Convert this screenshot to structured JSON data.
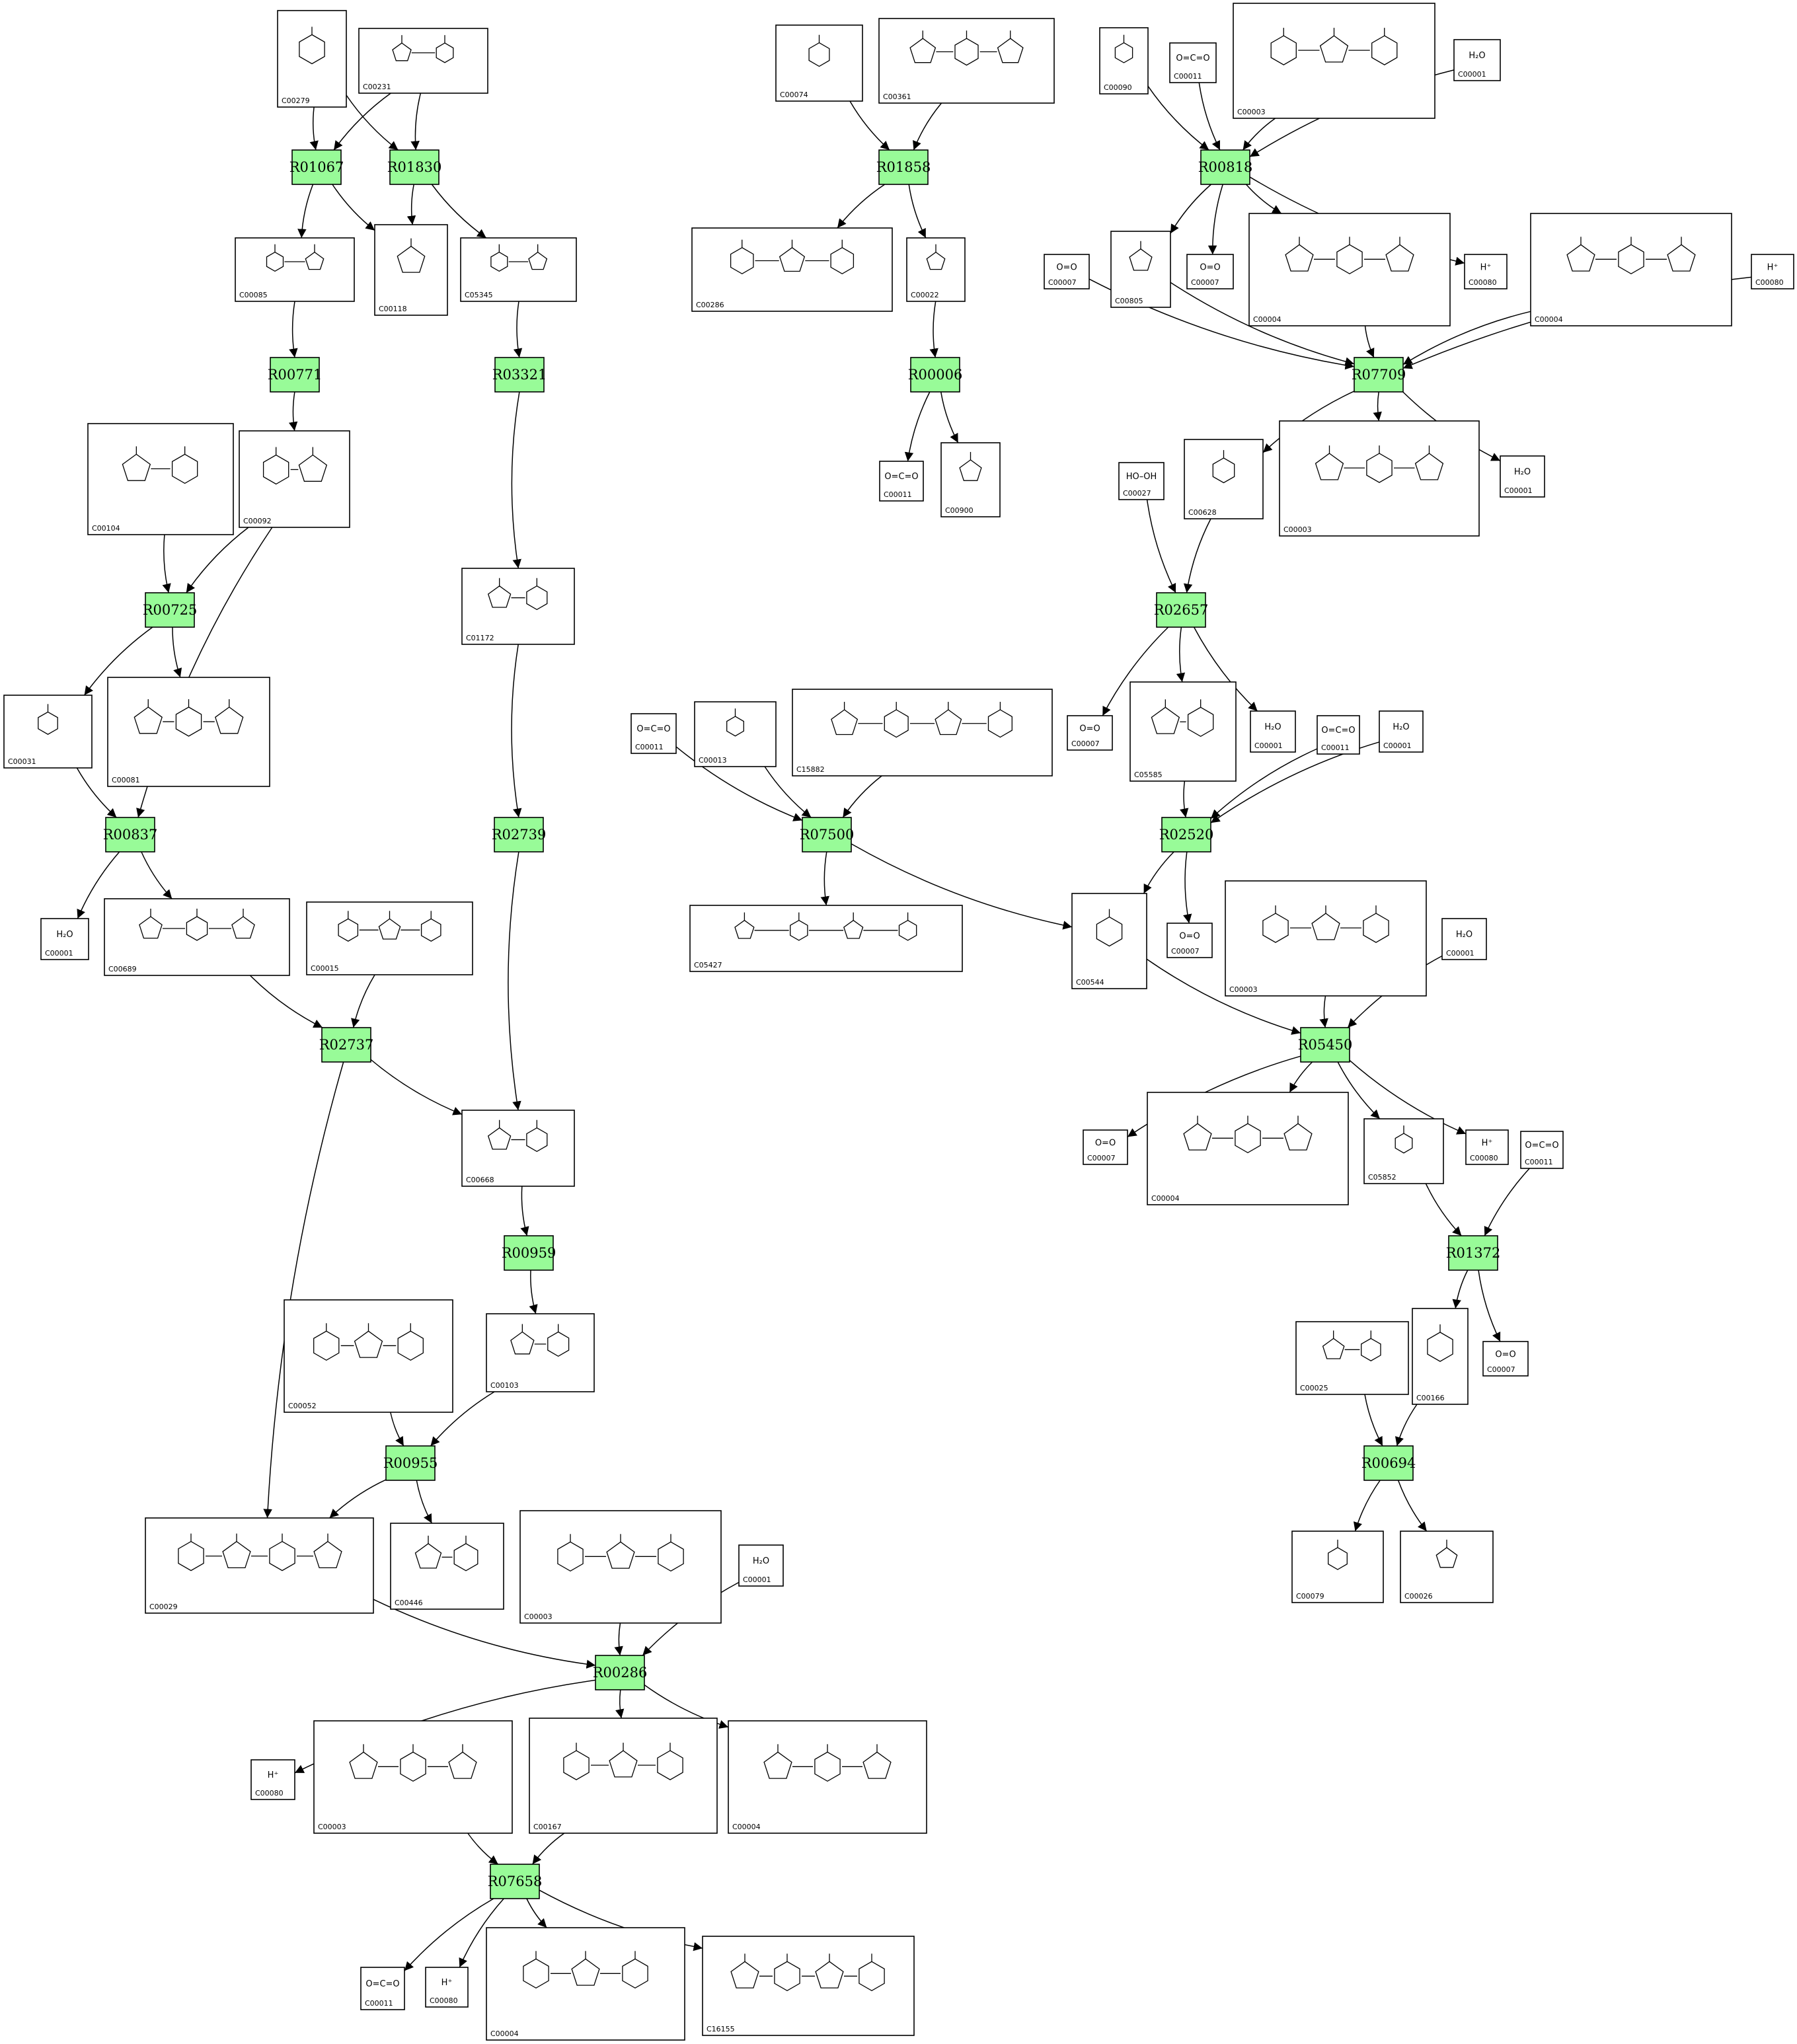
{
  "reactions": [
    {
      "id": "R01067"
    },
    {
      "id": "R01830"
    },
    {
      "id": "R00771"
    },
    {
      "id": "R03321"
    },
    {
      "id": "R00725"
    },
    {
      "id": "R00837"
    },
    {
      "id": "R02739"
    },
    {
      "id": "R02737"
    },
    {
      "id": "R00959"
    },
    {
      "id": "R00955"
    },
    {
      "id": "R00286"
    },
    {
      "id": "R07658"
    },
    {
      "id": "R01858"
    },
    {
      "id": "R00006"
    },
    {
      "id": "R00818"
    },
    {
      "id": "R07709"
    },
    {
      "id": "R02657"
    },
    {
      "id": "R07500"
    },
    {
      "id": "R02520"
    },
    {
      "id": "R05450"
    },
    {
      "id": "R01372"
    },
    {
      "id": "R00694"
    }
  ],
  "compounds": [
    {
      "key": "c00279",
      "id": "C00279",
      "label": ""
    },
    {
      "key": "c00231",
      "id": "C00231",
      "label": ""
    },
    {
      "key": "c00085",
      "id": "C00085",
      "label": ""
    },
    {
      "key": "c00118",
      "id": "C00118",
      "label": ""
    },
    {
      "key": "c05345",
      "id": "C05345",
      "label": ""
    },
    {
      "key": "c00104",
      "id": "C00104",
      "label": ""
    },
    {
      "key": "c00092",
      "id": "C00092",
      "label": ""
    },
    {
      "key": "c01172",
      "id": "C01172",
      "label": ""
    },
    {
      "key": "c00031",
      "id": "C00031",
      "label": ""
    },
    {
      "key": "c00081",
      "id": "C00081",
      "label": ""
    },
    {
      "key": "c00001a",
      "id": "C00001",
      "label": "H₂O"
    },
    {
      "key": "c00689",
      "id": "C00689",
      "label": ""
    },
    {
      "key": "c00015",
      "id": "C00015",
      "label": ""
    },
    {
      "key": "c00668",
      "id": "C00668",
      "label": ""
    },
    {
      "key": "c00052",
      "id": "C00052",
      "label": ""
    },
    {
      "key": "c00103",
      "id": "C00103",
      "label": ""
    },
    {
      "key": "c00029",
      "id": "C00029",
      "label": ""
    },
    {
      "key": "c00446",
      "id": "C00446",
      "label": ""
    },
    {
      "key": "c00003a",
      "id": "C00003",
      "label": ""
    },
    {
      "key": "c00001b",
      "id": "C00001",
      "label": "H₂O"
    },
    {
      "key": "c00080a",
      "id": "C00080",
      "label": "H⁺"
    },
    {
      "key": "c00003b",
      "id": "C00003",
      "label": ""
    },
    {
      "key": "c00167",
      "id": "C00167",
      "label": ""
    },
    {
      "key": "c00004a",
      "id": "C00004",
      "label": ""
    },
    {
      "key": "c00011a",
      "id": "C00011",
      "label": "O=C=O"
    },
    {
      "key": "c00080b",
      "id": "C00080",
      "label": "H⁺"
    },
    {
      "key": "c00004b",
      "id": "C00004",
      "label": ""
    },
    {
      "key": "c16155",
      "id": "C16155",
      "label": ""
    },
    {
      "key": "c00074",
      "id": "C00074",
      "label": ""
    },
    {
      "key": "c00361",
      "id": "C00361",
      "label": ""
    },
    {
      "key": "c00286",
      "id": "C00286",
      "label": ""
    },
    {
      "key": "c00022",
      "id": "C00022",
      "label": ""
    },
    {
      "key": "c00011b",
      "id": "C00011",
      "label": "O=C=O"
    },
    {
      "key": "c00900",
      "id": "C00900",
      "label": ""
    },
    {
      "key": "c00090",
      "id": "C00090",
      "label": ""
    },
    {
      "key": "c00011c",
      "id": "C00011",
      "label": "O=C=O"
    },
    {
      "key": "c00003c",
      "id": "C00003",
      "label": ""
    },
    {
      "key": "c00001c",
      "id": "C00001",
      "label": "H₂O"
    },
    {
      "key": "c00007a",
      "id": "C00007",
      "label": "O=O"
    },
    {
      "key": "c00805",
      "id": "C00805",
      "label": ""
    },
    {
      "key": "c00007b",
      "id": "C00007",
      "label": "O=O"
    },
    {
      "key": "c00004c",
      "id": "C00004",
      "label": ""
    },
    {
      "key": "c00080c",
      "id": "C00080",
      "label": "H⁺"
    },
    {
      "key": "c00004d",
      "id": "C00004",
      "label": ""
    },
    {
      "key": "c00080d",
      "id": "C00080",
      "label": "H⁺"
    },
    {
      "key": "c00027",
      "id": "C00027",
      "label": "HO–OH"
    },
    {
      "key": "c00628",
      "id": "C00628",
      "label": ""
    },
    {
      "key": "c00003d",
      "id": "C00003",
      "label": ""
    },
    {
      "key": "c00001d",
      "id": "C00001",
      "label": "H₂O"
    },
    {
      "key": "c00011d",
      "id": "C00011",
      "label": "O=C=O"
    },
    {
      "key": "c00013",
      "id": "C00013",
      "label": ""
    },
    {
      "key": "c15882",
      "id": "C15882",
      "label": ""
    },
    {
      "key": "c00007c",
      "id": "C00007",
      "label": "O=O"
    },
    {
      "key": "c05585",
      "id": "C05585",
      "label": ""
    },
    {
      "key": "c00001e",
      "id": "C00001",
      "label": "H₂O"
    },
    {
      "key": "c00011e",
      "id": "C00011",
      "label": "O=C=O"
    },
    {
      "key": "c00001f",
      "id": "C00001",
      "label": "H₂O"
    },
    {
      "key": "c05427",
      "id": "C05427",
      "label": ""
    },
    {
      "key": "c00544",
      "id": "C00544",
      "label": ""
    },
    {
      "key": "c00007d",
      "id": "C00007",
      "label": "O=O"
    },
    {
      "key": "c00003e",
      "id": "C00003",
      "label": ""
    },
    {
      "key": "c00001g",
      "id": "C00001",
      "label": "H₂O"
    },
    {
      "key": "c00007e",
      "id": "C00007",
      "label": "O=O"
    },
    {
      "key": "c00004e",
      "id": "C00004",
      "label": ""
    },
    {
      "key": "c05852",
      "id": "C05852",
      "label": ""
    },
    {
      "key": "c00080e",
      "id": "C00080",
      "label": "H⁺"
    },
    {
      "key": "c00011f",
      "id": "C00011",
      "label": "O=C=O"
    },
    {
      "key": "c00025",
      "id": "C00025",
      "label": ""
    },
    {
      "key": "c00166",
      "id": "C00166",
      "label": ""
    },
    {
      "key": "c00007f",
      "id": "C00007",
      "label": "O=O"
    },
    {
      "key": "c00079",
      "id": "C00079",
      "label": ""
    },
    {
      "key": "c00026",
      "id": "C00026",
      "label": ""
    }
  ],
  "edges": [
    [
      "c00279",
      "R01067"
    ],
    [
      "c00231",
      "R01067"
    ],
    [
      "c00279",
      "R01830"
    ],
    [
      "c00231",
      "R01830"
    ],
    [
      "R01067",
      "c00085"
    ],
    [
      "R01067",
      "c00118"
    ],
    [
      "R01830",
      "c00118"
    ],
    [
      "R01830",
      "c05345"
    ],
    [
      "c00085",
      "R00771"
    ],
    [
      "R00771",
      "c00092"
    ],
    [
      "c05345",
      "R03321"
    ],
    [
      "R03321",
      "c01172"
    ],
    [
      "c00104",
      "R00725"
    ],
    [
      "c00092",
      "R00725"
    ],
    [
      "R00725",
      "c00031"
    ],
    [
      "R00725",
      "c00081"
    ],
    [
      "c00031",
      "R00837"
    ],
    [
      "c00092",
      "R00837"
    ],
    [
      "R00837",
      "c00001a"
    ],
    [
      "R00837",
      "c00689"
    ],
    [
      "c01172",
      "R02739"
    ],
    [
      "c00689",
      "R02737"
    ],
    [
      "c00015",
      "R02737"
    ],
    [
      "R02737",
      "c00668"
    ],
    [
      "R02737",
      "c00029"
    ],
    [
      "R02739",
      "c00668"
    ],
    [
      "c00668",
      "R00959"
    ],
    [
      "R00959",
      "c00103"
    ],
    [
      "c00052",
      "R00955"
    ],
    [
      "c00103",
      "R00955"
    ],
    [
      "R00955",
      "c00029"
    ],
    [
      "R00955",
      "c00446"
    ],
    [
      "c00029",
      "R00286"
    ],
    [
      "c00003a",
      "R00286"
    ],
    [
      "c00001b",
      "R00286"
    ],
    [
      "R00286",
      "c00080a"
    ],
    [
      "R00286",
      "c00167"
    ],
    [
      "R00286",
      "c00004a"
    ],
    [
      "c00003b",
      "R07658"
    ],
    [
      "c00167",
      "R07658"
    ],
    [
      "R07658",
      "c00011a"
    ],
    [
      "R07658",
      "c00080b"
    ],
    [
      "R07658",
      "c00004b"
    ],
    [
      "R07658",
      "c16155"
    ],
    [
      "c00074",
      "R01858"
    ],
    [
      "c00361",
      "R01858"
    ],
    [
      "R01858",
      "c00286"
    ],
    [
      "R01858",
      "c00022"
    ],
    [
      "c00022",
      "R00006"
    ],
    [
      "R00006",
      "c00011b"
    ],
    [
      "R00006",
      "c00900"
    ],
    [
      "c00090",
      "R00818"
    ],
    [
      "c00011c",
      "R00818"
    ],
    [
      "c00003c",
      "R00818"
    ],
    [
      "c00001c",
      "R00818"
    ],
    [
      "R00818",
      "c00805"
    ],
    [
      "R00818",
      "c00007b"
    ],
    [
      "R00818",
      "c00004c"
    ],
    [
      "R00818",
      "c00080c"
    ],
    [
      "c00007a",
      "R07709"
    ],
    [
      "c00805",
      "R07709"
    ],
    [
      "c00004c",
      "R07709"
    ],
    [
      "c00004d",
      "R07709"
    ],
    [
      "c00080d",
      "R07709"
    ],
    [
      "R07709",
      "c00628"
    ],
    [
      "R07709",
      "c00003d"
    ],
    [
      "R07709",
      "c00001d"
    ],
    [
      "c00027",
      "R02657"
    ],
    [
      "c00628",
      "R02657"
    ],
    [
      "R02657",
      "c00007c"
    ],
    [
      "R02657",
      "c05585"
    ],
    [
      "R02657",
      "c00001e"
    ],
    [
      "c00011d",
      "R07500"
    ],
    [
      "c00013",
      "R07500"
    ],
    [
      "c15882",
      "R07500"
    ],
    [
      "R07500",
      "c05427"
    ],
    [
      "R07500",
      "c00544"
    ],
    [
      "c05585",
      "R02520"
    ],
    [
      "c00011e",
      "R02520"
    ],
    [
      "c00001f",
      "R02520"
    ],
    [
      "R02520",
      "c00544"
    ],
    [
      "R02520",
      "c00007d"
    ],
    [
      "c00544",
      "R05450"
    ],
    [
      "c00003e",
      "R05450"
    ],
    [
      "c00001g",
      "R05450"
    ],
    [
      "R05450",
      "c00007e"
    ],
    [
      "R05450",
      "c00004e"
    ],
    [
      "R05450",
      "c05852"
    ],
    [
      "R05450",
      "c00080e"
    ],
    [
      "c05852",
      "R01372"
    ],
    [
      "c00011f",
      "R01372"
    ],
    [
      "R01372",
      "c00166"
    ],
    [
      "R01372",
      "c00007f"
    ],
    [
      "c00025",
      "R00694"
    ],
    [
      "c00166",
      "R00694"
    ],
    [
      "R00694",
      "c00079"
    ],
    [
      "R00694",
      "c00026"
    ]
  ]
}
